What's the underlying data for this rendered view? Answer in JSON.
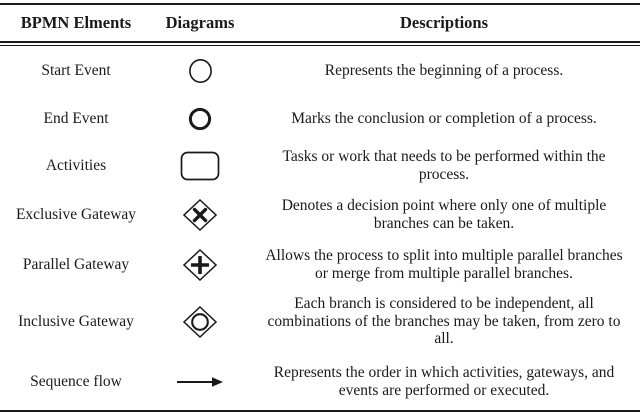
{
  "table": {
    "headers": [
      {
        "label": "BPMN Elments"
      },
      {
        "label": "Diagrams"
      },
      {
        "label": "Descriptions"
      }
    ],
    "rows": [
      {
        "element": "Start Event",
        "icon": "start-event-circle-icon",
        "description": "Represents the beginning of a process."
      },
      {
        "element": "End Event",
        "icon": "end-event-thick-circle-icon",
        "description": "Marks the conclusion or completion of a process."
      },
      {
        "element": "Activities",
        "icon": "activity-rounded-rectangle-icon",
        "description": "Tasks or work that needs to be performed within the process."
      },
      {
        "element": "Exclusive Gateway",
        "icon": "exclusive-gateway-diamond-x-icon",
        "description": "Denotes a decision point where only one of multiple branches can be taken."
      },
      {
        "element": "Parallel Gateway",
        "icon": "parallel-gateway-diamond-plus-icon",
        "description": "Allows the process to split into multiple parallel branches or merge from multiple parallel branches."
      },
      {
        "element": "Inclusive Gateway",
        "icon": "inclusive-gateway-diamond-circle-icon",
        "description": "Each branch is considered to be independent, all combinations of the branches may be taken, from zero to all."
      },
      {
        "element": "Sequence flow",
        "icon": "sequence-flow-arrow-icon",
        "description": "Represents the order in which activities, gateways, and events are performed or executed."
      }
    ],
    "colors": {
      "text": "#1a1a1a",
      "border": "#1a1a1a",
      "background": "#ffffff"
    }
  }
}
